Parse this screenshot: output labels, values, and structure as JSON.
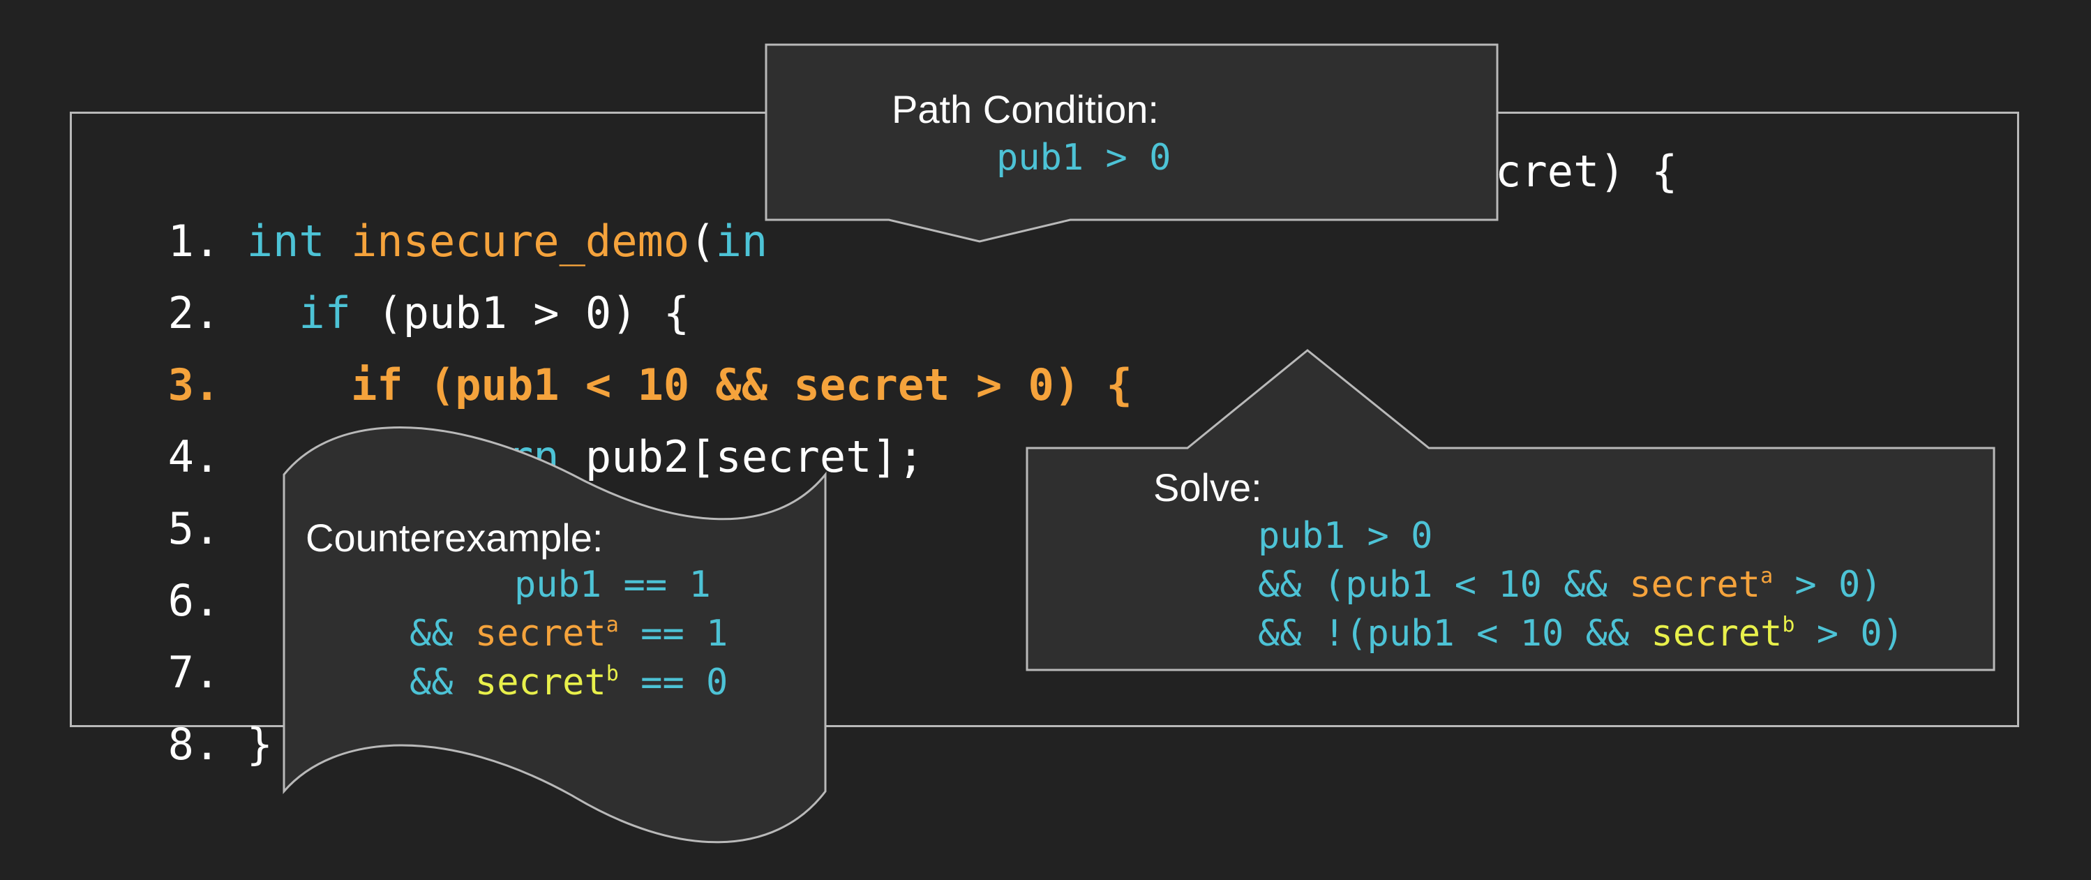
{
  "code": {
    "lines": [
      {
        "num": "1.",
        "seg1_kw": "int",
        "seg1_fn": "insecure_demo",
        "seg1_open": "(",
        "seg1_kw2": "in",
        "seg1_tail": "cret) {"
      },
      {
        "num": "2.",
        "kw": "if",
        "rest": " (pub1 > 0) {"
      },
      {
        "num": "3.",
        "text": "if (pub1 < 10 && secret > 0) {"
      },
      {
        "num": "4.",
        "kw": "return",
        "rest": " pub2[secret];"
      },
      {
        "num": "5."
      },
      {
        "num": "6."
      },
      {
        "num": "7."
      },
      {
        "num": "8.",
        "rest": "}"
      }
    ]
  },
  "path_condition": {
    "title": "Path Condition:",
    "expr": "pub1 > 0"
  },
  "solve": {
    "title": "Solve:",
    "line1": "pub1 > 0",
    "line2_pre": "&& (pub1 < 10 && ",
    "line2_var": "secret",
    "line2_sup": "a",
    "line2_post": " > 0)",
    "line3_pre": "&& !(pub1 < 10 && ",
    "line3_var": "secret",
    "line3_sup": "b",
    "line3_post": " > 0)"
  },
  "counterexample": {
    "title": "Counterexample:",
    "line1": "pub1 == 1",
    "line2_pre": "&& ",
    "line2_var": "secret",
    "line2_sup": "a",
    "line2_post": " == 1",
    "line3_pre": "&& ",
    "line3_var": "secret",
    "line3_sup": "b",
    "line3_post": " == 0"
  },
  "colors": {
    "background": "#222222",
    "keyword": "#4dc3d6",
    "function": "#f5a33c",
    "secret_b": "#e8f04b",
    "callout_fill": "#2f2f2f",
    "border": "#b9b9b9"
  }
}
